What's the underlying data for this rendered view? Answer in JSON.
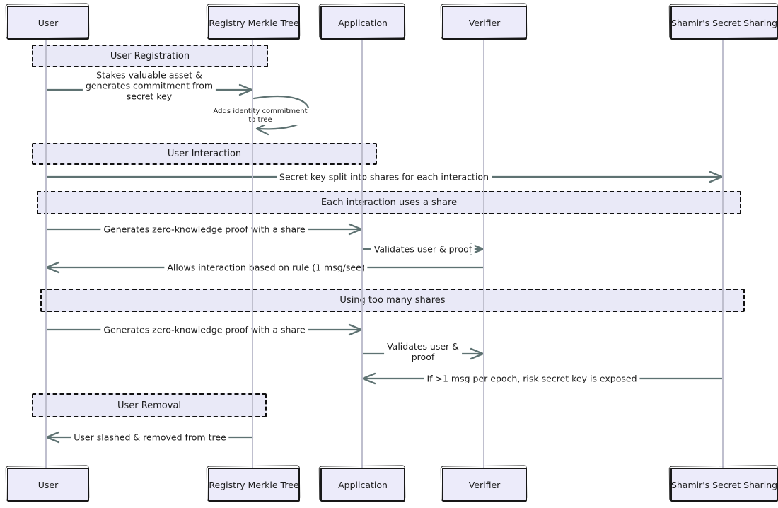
{
  "diagram": {
    "type": "sequence-diagram",
    "style": "hand-drawn",
    "colors": {
      "background": "#ffffff",
      "actor_fill": "#ecebfa",
      "actor_border": "#191919",
      "group_fill": "#e9e9f7",
      "group_border": "#101010",
      "lifeline": "#bfbfce",
      "arrow": "#5e7272",
      "text": "#1c1c1c"
    }
  },
  "actors": [
    {
      "label": "User"
    },
    {
      "label": "Registry Merkle Tree"
    },
    {
      "label": "Application"
    },
    {
      "label": "Verifier"
    },
    {
      "label": "Shamir's Secret Sharing"
    }
  ],
  "groups": [
    {
      "label": "User Registration"
    },
    {
      "label": "User Interaction"
    },
    {
      "label": "Each interaction uses a share"
    },
    {
      "label": "Using too many shares"
    },
    {
      "label": "User Removal"
    }
  ],
  "messages": [
    {
      "from": "User",
      "to": "Registry Merkle Tree",
      "lines": [
        "Stakes valuable asset &",
        "generates commitment from",
        "secret key"
      ]
    },
    {
      "from": "Registry Merkle Tree",
      "to": "Registry Merkle Tree",
      "type": "self-loop",
      "lines": [
        "Adds identity commitment",
        "to tree"
      ]
    },
    {
      "from": "User",
      "to": "Shamir's Secret Sharing",
      "label": "Secret key split into shares for each interaction"
    },
    {
      "from": "User",
      "to": "Application",
      "label": "Generates zero-knowledge proof with a share"
    },
    {
      "from": "Application",
      "to": "Verifier",
      "label": "Validates user & proof"
    },
    {
      "from": "Verifier",
      "to": "User",
      "label": "Allows interaction based on rule (1 msg/see)"
    },
    {
      "from": "User",
      "to": "Application",
      "label": "Generates zero-knowledge proof with a share"
    },
    {
      "from": "Application",
      "to": "Verifier",
      "lines": [
        "Validates user &",
        "proof"
      ]
    },
    {
      "from": "Shamir's Secret Sharing",
      "to": "Application",
      "label": "If >1 msg per epoch, risk secret key is exposed"
    },
    {
      "from": "Registry Merkle Tree",
      "to": "User",
      "label": "User slashed & removed from tree"
    }
  ]
}
